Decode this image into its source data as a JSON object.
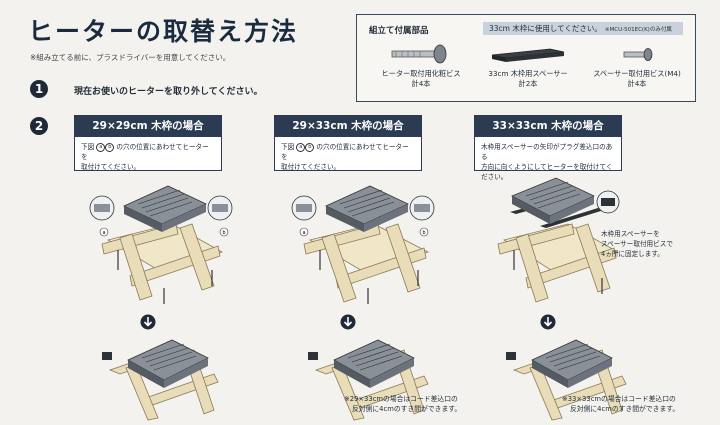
{
  "title": "ヒーターの取替え方法",
  "subtitle": "※組み立てる前に、プラスドライバーを用意してください。",
  "parts": {
    "label": "組立て付属部品",
    "label_33": "33cm 木枠に使用してください。",
    "label_33_small": "※MCU-501EC(K)のみ付属",
    "items": [
      {
        "name": "ヒーター取付用化粧ビス",
        "qty": "計4本",
        "icon": "screw-icon"
      },
      {
        "name": "33cm 木枠用スペーサー",
        "qty": "計2本",
        "icon": "spacer-bar-icon"
      },
      {
        "name": "スペーサー取付用ビス(M4)",
        "qty": "計4本",
        "icon": "small-screw-icon"
      }
    ]
  },
  "step1": {
    "number": "1",
    "text": "現在お使いのヒーターを取り外してください。"
  },
  "step2": {
    "number": "2"
  },
  "cases": [
    {
      "title": "29×29cm 木枠の場合",
      "desc_pre": "下図",
      "desc_mid": "の穴の位置にあわせてヒーターを",
      "desc_line2": "取付けてください。",
      "mark_a": "a",
      "mark_b": "b",
      "callout_a": "a",
      "callout_b": "b"
    },
    {
      "title": "29×33cm 木枠の場合",
      "desc_pre": "下図",
      "desc_mid": "の穴の位置にあわせてヒーターを",
      "desc_line2": "取付けてください。",
      "mark_a": "a",
      "mark_b": "b",
      "callout_a": "a",
      "callout_b": "b",
      "footnote_1": "※29×33cmの場合はコード差込口の",
      "footnote_2": "反対側に4cmのすき間ができます。"
    },
    {
      "title": "33×33cm 木枠の場合",
      "desc_line1": "木枠用スペーサーの矢印がプラグ差込口のある",
      "desc_line2": "方向に向くようにしてヒーターを取付けてください。",
      "note_1": "木枠用スペーサーを",
      "note_2": "スペーサー取付用ビスで",
      "note_3": "4ヵ所に固定します。",
      "footnote_1": "※33×33cmの場合はコード差込口の",
      "footnote_2": "反対側に4cmのすき間ができます。"
    }
  ],
  "colors": {
    "navy": "#2b3c52",
    "wood": "#e9dcb8",
    "wood_edge": "#8a7a55",
    "metal": "#6c737c",
    "arrow": "#1f2a38"
  }
}
